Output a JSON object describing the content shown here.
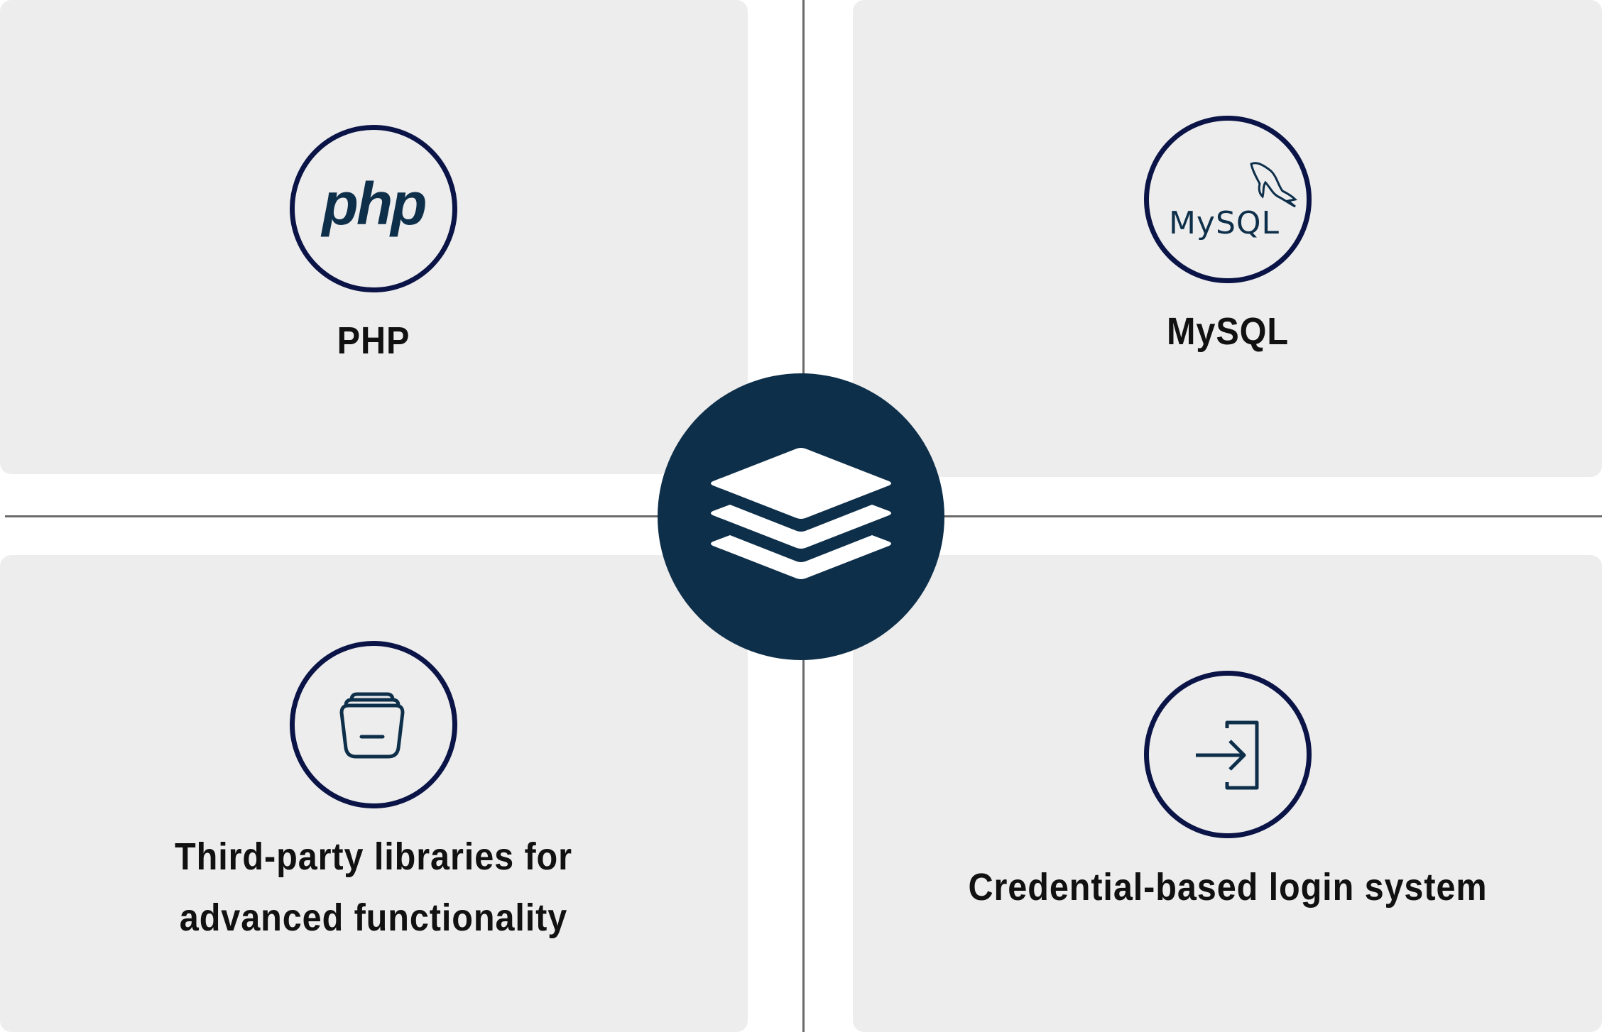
{
  "colors": {
    "panel": "#ededed",
    "hub": "#0e2f4a",
    "ring": "#0b1446",
    "icon": "#0e2f4a",
    "divider": "#6b6b6b"
  },
  "hub": {
    "icon": "layers-icon"
  },
  "items": [
    {
      "label": "PHP",
      "icon": "php-logo-icon",
      "logo_text": "php"
    },
    {
      "label": "MySQL",
      "icon": "mysql-logo-icon",
      "logo_text": "MySQL"
    },
    {
      "label_line1": "Third-party libraries for",
      "label_line2": "advanced functionality",
      "icon": "library-stack-icon"
    },
    {
      "label": "Credential-based login system",
      "icon": "login-icon"
    }
  ]
}
